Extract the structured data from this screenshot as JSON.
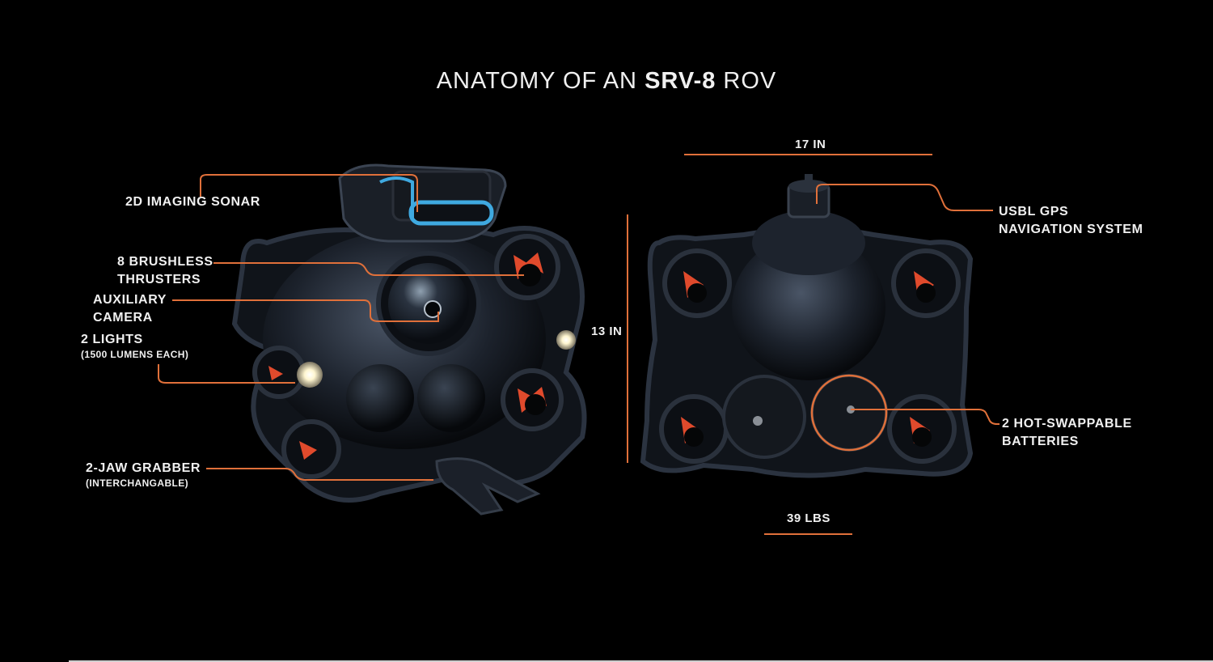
{
  "title": {
    "prefix": "ANATOMY OF AN",
    "model": "SRV-8",
    "suffix": "ROV"
  },
  "callouts": {
    "sonar": {
      "line1": "2D IMAGING SONAR"
    },
    "thrusters": {
      "line1": "8 BRUSHLESS",
      "line2": "THRUSTERS"
    },
    "camera": {
      "line1": "AUXILIARY",
      "line2": "CAMERA"
    },
    "lights": {
      "line1": "2 LIGHTS",
      "sub": "(1500 LUMENS EACH)"
    },
    "grabber": {
      "line1": "2-JAW GRABBER",
      "sub": "(INTERCHANGABLE)"
    },
    "usbl": {
      "line1": "USBL GPS",
      "line2": "NAVIGATION SYSTEM"
    },
    "batteries": {
      "line1": "2 HOT-SWAPPABLE",
      "line2": "BATTERIES"
    }
  },
  "dimensions": {
    "width": "17 IN",
    "height": "13 IN",
    "weight": "39 LBS"
  },
  "colors": {
    "accent": "#e0703a",
    "background": "#000000",
    "text": "#f0f0f0",
    "sonar_blue": "#3fa9e0",
    "thruster_red": "#e04a2c"
  }
}
